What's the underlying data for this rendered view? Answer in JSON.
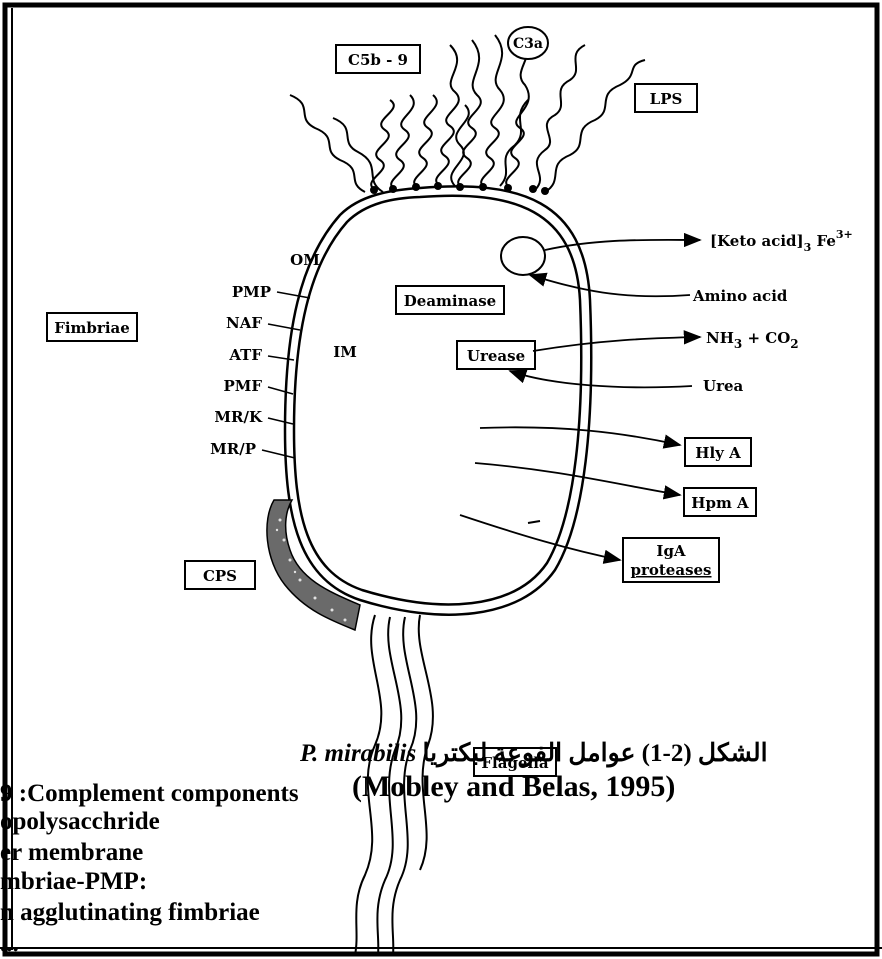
{
  "top_labels": {
    "c5b9": "C5b - 9",
    "c3a": "C3a",
    "lps": "LPS"
  },
  "membrane_labels": {
    "om": "OM",
    "im": "IM"
  },
  "fimbriae": {
    "box": "Fimbriae",
    "types": [
      "PMP",
      "NAF",
      "ATF",
      "PMF",
      "MR/K",
      "MR/P"
    ]
  },
  "cell_labels": {
    "deaminase": "Deaminase",
    "urease": "Urease"
  },
  "right_labels": {
    "keto_acid": "[Keto acid]",
    "keto_sub": "3",
    "keto_fe": " Fe",
    "keto_sup": "3+",
    "amino_acid": "Amino acid",
    "nh3_a": "NH",
    "nh3_sub": "3",
    "nh3_b": " + CO",
    "co2_sub": "2",
    "urea": "Urea",
    "hlya": "Hly A",
    "hpma": "Hpm A",
    "iga_1": "IgA",
    "iga_2": "proteases"
  },
  "cps": "CPS",
  "flagella": "Flagella",
  "caption": {
    "arabic_pre": "الشكل (2-1) عوامل الفوعة لبكتريا",
    "species": "P. mirabilis",
    "citation": "(Mobley and Belas, 1995)"
  },
  "legend_lines": [
    "9 :Complement components",
    "opolysacchride",
    "er membrane",
    "mbriae-PMP:",
    "n agglutinating fimbriae",
    "..."
  ]
}
